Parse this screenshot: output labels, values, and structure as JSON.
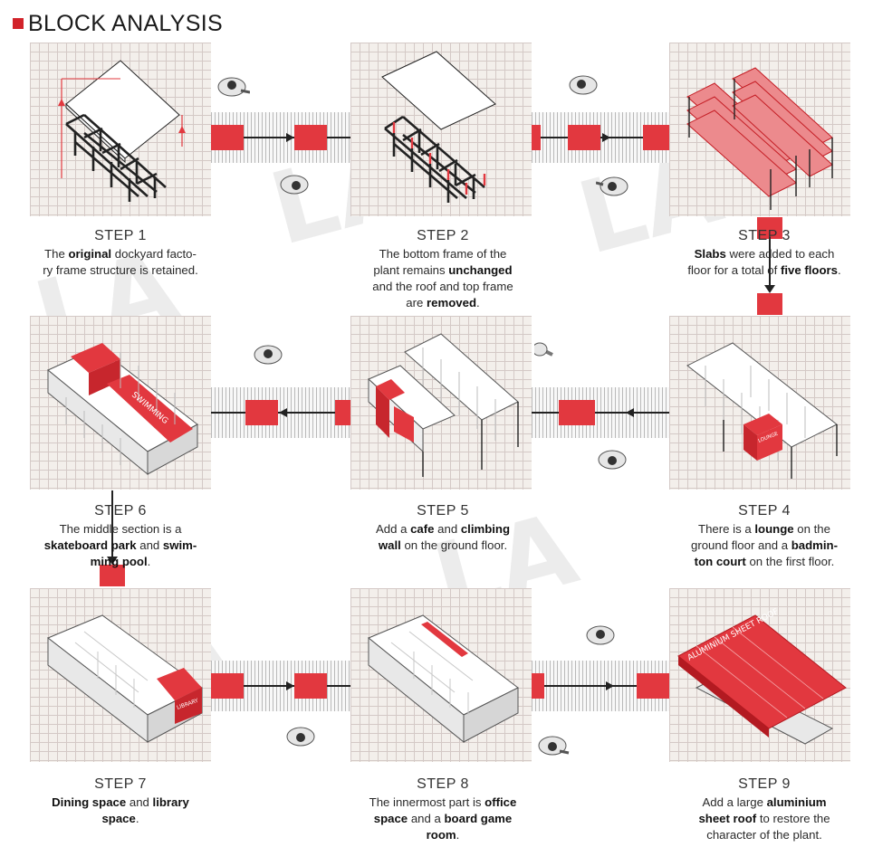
{
  "title": "BLOCK ANALYSIS",
  "watermark": "LA",
  "accent_color": "#e2383f",
  "icons": {
    "title_marker": "red-square-icon",
    "person": "person-figure-icon",
    "arrow": "arrow-icon"
  },
  "panel_labels": {
    "step6": "SWIMMING",
    "step4": "LOUNGE",
    "step7": "LIBRARY",
    "step9": "ALUMINIUM SHEET ROOF"
  },
  "steps": [
    {
      "label": "STEP 1",
      "desc": [
        [
          {
            "t": "The "
          },
          {
            "t": "original",
            "b": true
          },
          {
            "t": " dockyard facto-"
          }
        ],
        [
          {
            "t": "ry frame structure is retained."
          }
        ]
      ]
    },
    {
      "label": "STEP 2",
      "desc": [
        [
          {
            "t": "The bottom frame of the"
          }
        ],
        [
          {
            "t": "plant remains "
          },
          {
            "t": "unchanged",
            "b": true
          }
        ],
        [
          {
            "t": "and the roof and top frame"
          }
        ],
        [
          {
            "t": "are "
          },
          {
            "t": "removed",
            "b": true
          },
          {
            "t": "."
          }
        ]
      ]
    },
    {
      "label": "STEP 3",
      "desc": [
        [
          {
            "t": "Slabs",
            "b": true
          },
          {
            "t": " were added to each"
          }
        ],
        [
          {
            "t": "floor for a total of "
          },
          {
            "t": "five floors",
            "b": true
          },
          {
            "t": "."
          }
        ]
      ]
    },
    {
      "label": "STEP 4",
      "desc": [
        [
          {
            "t": "There is a "
          },
          {
            "t": "lounge",
            "b": true
          },
          {
            "t": " on the"
          }
        ],
        [
          {
            "t": "ground floor and a "
          },
          {
            "t": "badmin-",
            "b": true
          }
        ],
        [
          {
            "t": "ton court",
            "b": true
          },
          {
            "t": " on the first floor."
          }
        ]
      ]
    },
    {
      "label": "STEP 5",
      "desc": [
        [
          {
            "t": "Add a "
          },
          {
            "t": "cafe",
            "b": true
          },
          {
            "t": " and "
          },
          {
            "t": "climbing",
            "b": true
          }
        ],
        [
          {
            "t": "wall",
            "b": true
          },
          {
            "t": " on the ground floor."
          }
        ]
      ]
    },
    {
      "label": "STEP 6",
      "desc": [
        [
          {
            "t": "The middle section is a"
          }
        ],
        [
          {
            "t": "skateboard park",
            "b": true
          },
          {
            "t": " and "
          },
          {
            "t": "swim-",
            "b": true
          }
        ],
        [
          {
            "t": "ming pool",
            "b": true
          },
          {
            "t": "."
          }
        ]
      ]
    },
    {
      "label": "STEP 7",
      "desc": [
        [
          {
            "t": "Dining space",
            "b": true
          },
          {
            "t": " and "
          },
          {
            "t": "library",
            "b": true
          }
        ],
        [
          {
            "t": "space",
            "b": true
          },
          {
            "t": "."
          }
        ]
      ]
    },
    {
      "label": "STEP 8",
      "desc": [
        [
          {
            "t": "The innermost part is "
          },
          {
            "t": "office",
            "b": true
          }
        ],
        [
          {
            "t": "space",
            "b": true
          },
          {
            "t": " and a "
          },
          {
            "t": "board game",
            "b": true
          }
        ],
        [
          {
            "t": "room",
            "b": true
          },
          {
            "t": "."
          }
        ]
      ]
    },
    {
      "label": "STEP 9",
      "desc": [
        [
          {
            "t": "Add a large "
          },
          {
            "t": "aluminium",
            "b": true
          }
        ],
        [
          {
            "t": "sheet roof",
            "b": true
          },
          {
            "t": " to restore the"
          }
        ],
        [
          {
            "t": "character of the plant."
          }
        ]
      ]
    }
  ]
}
